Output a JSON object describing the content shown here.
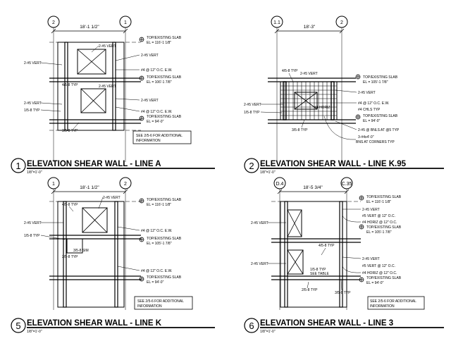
{
  "panels": [
    {
      "number": "1",
      "title": "ELEVATION SHEAR WALL - LINE A",
      "scale": "1/8\"=1'-0\"",
      "grid_left": "2",
      "grid_right": "1",
      "dimension": "18'-1 1/2\"",
      "notes": {
        "left_1": "2-#5 VERT",
        "left_2": "2-#5 VERT",
        "left_3": "1/5-8 TYP",
        "mid_1": "2-#5 VERT",
        "mid_2": "4/5-8 TYP",
        "mid_3": "2-#5 VERT",
        "bottom_1": "3/5-8 TYP",
        "right_1": "2-#5 VERT",
        "right_2": "#4 @ 12\" O.C. E.W.",
        "right_3": "2-#5 VERT",
        "right_4": "#4 @ 12\" O.C. E.W."
      },
      "levels": [
        {
          "label": "TOP/EXISTING SLAB",
          "elev": "EL = 116'-1 1/8\""
        },
        {
          "label": "TOP/EXISTING SLAB",
          "elev": "EL = 106'-1 7/8\""
        },
        {
          "label": "TOP/EXISTING SLAB",
          "elev": "EL = 94'-0\""
        }
      ],
      "see_note": [
        "SEE 2/5-6 FOR ADDITIONAL",
        "INFORMATION"
      ]
    },
    {
      "number": "2",
      "title": "ELEVATION SHEAR WALL - LINE K.95",
      "scale": "1/8\"=1'-0\"",
      "grid_left": "1.1",
      "grid_right": "2",
      "dimension": "18'-3\"",
      "notes": {
        "left_1": "4/5-8 TYP",
        "left_2": "2-#5 VERT",
        "left_3": "1/5-8 TYP",
        "mid_1": "2-#5 VERT",
        "mid_2": "#4 HORIZ",
        "bottom_1": "3/5-8 TYP",
        "right_1": "2-#5 VERT",
        "right_2": "#4 @ 12\" O.C. E.W.",
        "right_3": "#4 CHLS TYP",
        "right_4": "2-#5 @ BNLS AT @5 TYP",
        "right_5": "3-#4x4'-0\"",
        "right_6": "BNS AT CORNERS TYP"
      },
      "levels": [
        {
          "label": "TOP/EXISTING SLAB",
          "elev": "EL = 105'-1 7/8\""
        },
        {
          "label": "TOP/EXISTING SLAB",
          "elev": "EL = 94'-0\""
        }
      ]
    },
    {
      "number": "5",
      "title": "ELEVATION SHEAR WALL - LINE K",
      "scale": "1/8\"=1'-0\"",
      "grid_left": "1",
      "grid_right": "2",
      "dimension": "18'-1 1/2\"",
      "notes": {
        "top_1": "2-#5 VERT",
        "left_1": "4/5-8 TYP",
        "left_2": "2-#5 VERT",
        "left_3": "1/5-8 TYP",
        "mid_1": "3/5-8 SIM",
        "mid_2": "2/5-8 TYP",
        "right_1": "#4 @ 12\" O.C. E.W.",
        "right_2": "#4 @ 12\" O.C. E.W."
      },
      "levels": [
        {
          "label": "TOP/EXISTING SLAB",
          "elev": "EL = 116'-1 1/8\""
        },
        {
          "label": "TOP/EXISTING SLAB",
          "elev": "EL = 105'-1 7/8\""
        },
        {
          "label": "TOP/EXISTING SLAB",
          "elev": "EL = 94'-0\""
        }
      ],
      "see_note": [
        "SEE 2/5-6 FOR ADDITIONAL",
        "INFORMATION"
      ]
    },
    {
      "number": "6",
      "title": "ELEVATION SHEAR WALL - LINE 3",
      "scale": "1/8\"=1'-0\"",
      "grid_left": "D.4",
      "grid_right": "C.35",
      "dimension": "18'-5 3/4\"",
      "notes": {
        "left_1": "2-#5 VERT",
        "left_2": "2-#5 VERT",
        "mid_1": "4/5-8 TYP",
        "mid_2": "1/5-8 TYP",
        "mid_3": "SEE TABLE",
        "bottom_1": "2/5-8 TYP",
        "bottom_2": "3/5-8 TYP",
        "right_1": "2-#5 VERT",
        "right_2": "#5 VERT @ 12\" O.C.",
        "right_3": "#4 HORIZ @ 12\" O.C.",
        "right_4": "2-#5 VERT",
        "right_5": "#5 VERT @ 12\" O.C.",
        "right_6": "#4 HORIZ @ 12\" O.C."
      },
      "levels": [
        {
          "label": "TOP/EXISTING SLAB",
          "elev": "EL = 116'-1 1/8\""
        },
        {
          "label": "TOP/EXISTING SLAB",
          "elev": "EL = 105'-1 7/8\""
        },
        {
          "label": "TOP/EXISTING SLAB",
          "elev": "EL = 94'-0\""
        }
      ],
      "see_note": [
        "SEE 2/5-6 FOR ADDITIONAL",
        "INFORMATION"
      ]
    }
  ]
}
